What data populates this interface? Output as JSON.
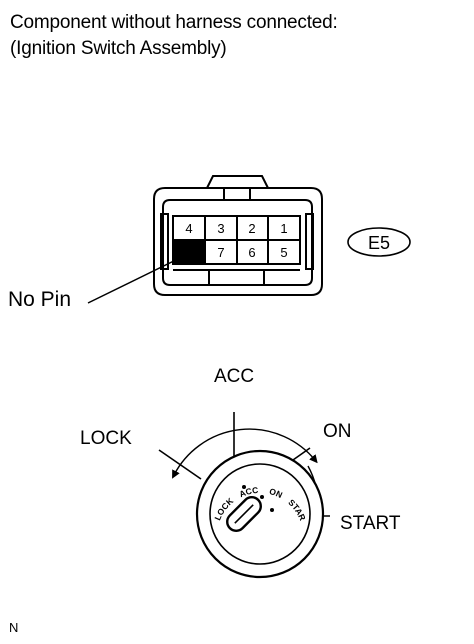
{
  "header": {
    "title_line1": "Component without harness connected:",
    "title_line2": "(Ignition Switch Assembly)"
  },
  "connector": {
    "code": "E5",
    "no_pin_label": "No Pin",
    "pins_top": [
      "4",
      "3",
      "2",
      "1"
    ],
    "pins_bottom": [
      "",
      "7",
      "6",
      "5"
    ]
  },
  "switch": {
    "positions": {
      "lock": "LOCK",
      "acc": "ACC",
      "on": "ON",
      "start": "START"
    },
    "face_labels": {
      "lock": "LOCK",
      "acc": "ACC",
      "on": "ON",
      "start": "START"
    }
  },
  "footer": {
    "mark": "N"
  }
}
